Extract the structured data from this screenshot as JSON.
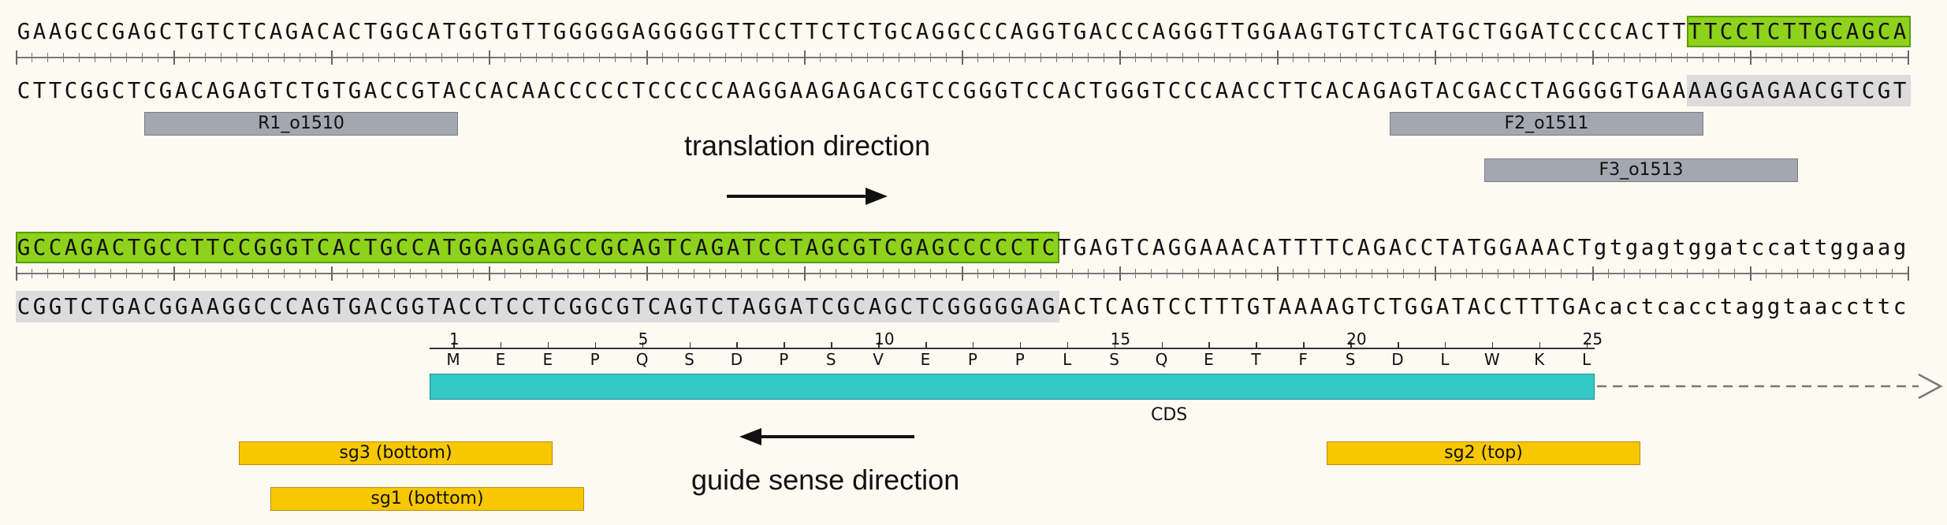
{
  "track1": {
    "top_strand": "GAAGCCGAGCTGTCTCAGACACTGGCATGGTGTTGGGGGAGGGGGTTCCTTCTCTGCAGGCCCAGGTGACCCAGGGTTGGAAGTGTCTCATGCTGGATCCCCACTTTTCCTCTTGCAGCA",
    "bottom_strand": "CTTCGGCTCGACAGAGTCTGTGACCGTACCACAACCCCCTCCCCCAAGGAAGAGACGTCCGGGTCCACTGGGTCCCAACCTTCACAGAGTACGACCTAGGGGTGAAAAGGAGAACGTCGT"
  },
  "track2": {
    "top_strand": "GCCAGACTGCCTTCCGGGTCACTGCCATGGAGGAGCCGCAGTCAGATCCTAGCGTCGAGCCCCCTCTGAGTCAGGAAACATTTTCAGACCTATGGAAACTgtgagtggatccattggaag",
    "bottom_strand": "CGGTCTGACGGAAGGCCCAGTGACGGTACCTCCTCGGCGTCAGTCTAGGATCGCAGCTCGGGGGAGACTCAGTCCTTTGTAAAAGTCTGGATACCTTTGAcactcacctaggtaaccttc"
  },
  "primers": {
    "r1": "R1_o1510",
    "f2": "F2_o1511",
    "f3": "F3_o1513"
  },
  "labels": {
    "translation_direction": "translation direction",
    "guide_sense_direction": "guide sense direction",
    "cds": "CDS"
  },
  "guides": {
    "sg3": "sg3 (bottom)",
    "sg1": "sg1 (bottom)",
    "sg2": "sg2 (top)"
  },
  "protein": {
    "residues": [
      "M",
      "E",
      "E",
      "P",
      "Q",
      "S",
      "D",
      "P",
      "S",
      "V",
      "E",
      "P",
      "P",
      "L",
      "S",
      "Q",
      "E",
      "T",
      "F",
      "S",
      "D",
      "L",
      "W",
      "K",
      "L"
    ],
    "numbers": [
      "1",
      "5",
      "10",
      "15",
      "20",
      "25"
    ]
  },
  "colors": {
    "green_highlight": "#8ed21b",
    "primer": "#a3a7b0",
    "guide": "#f7c700",
    "cds": "#33c8c8",
    "background": "#fdfaf1"
  }
}
